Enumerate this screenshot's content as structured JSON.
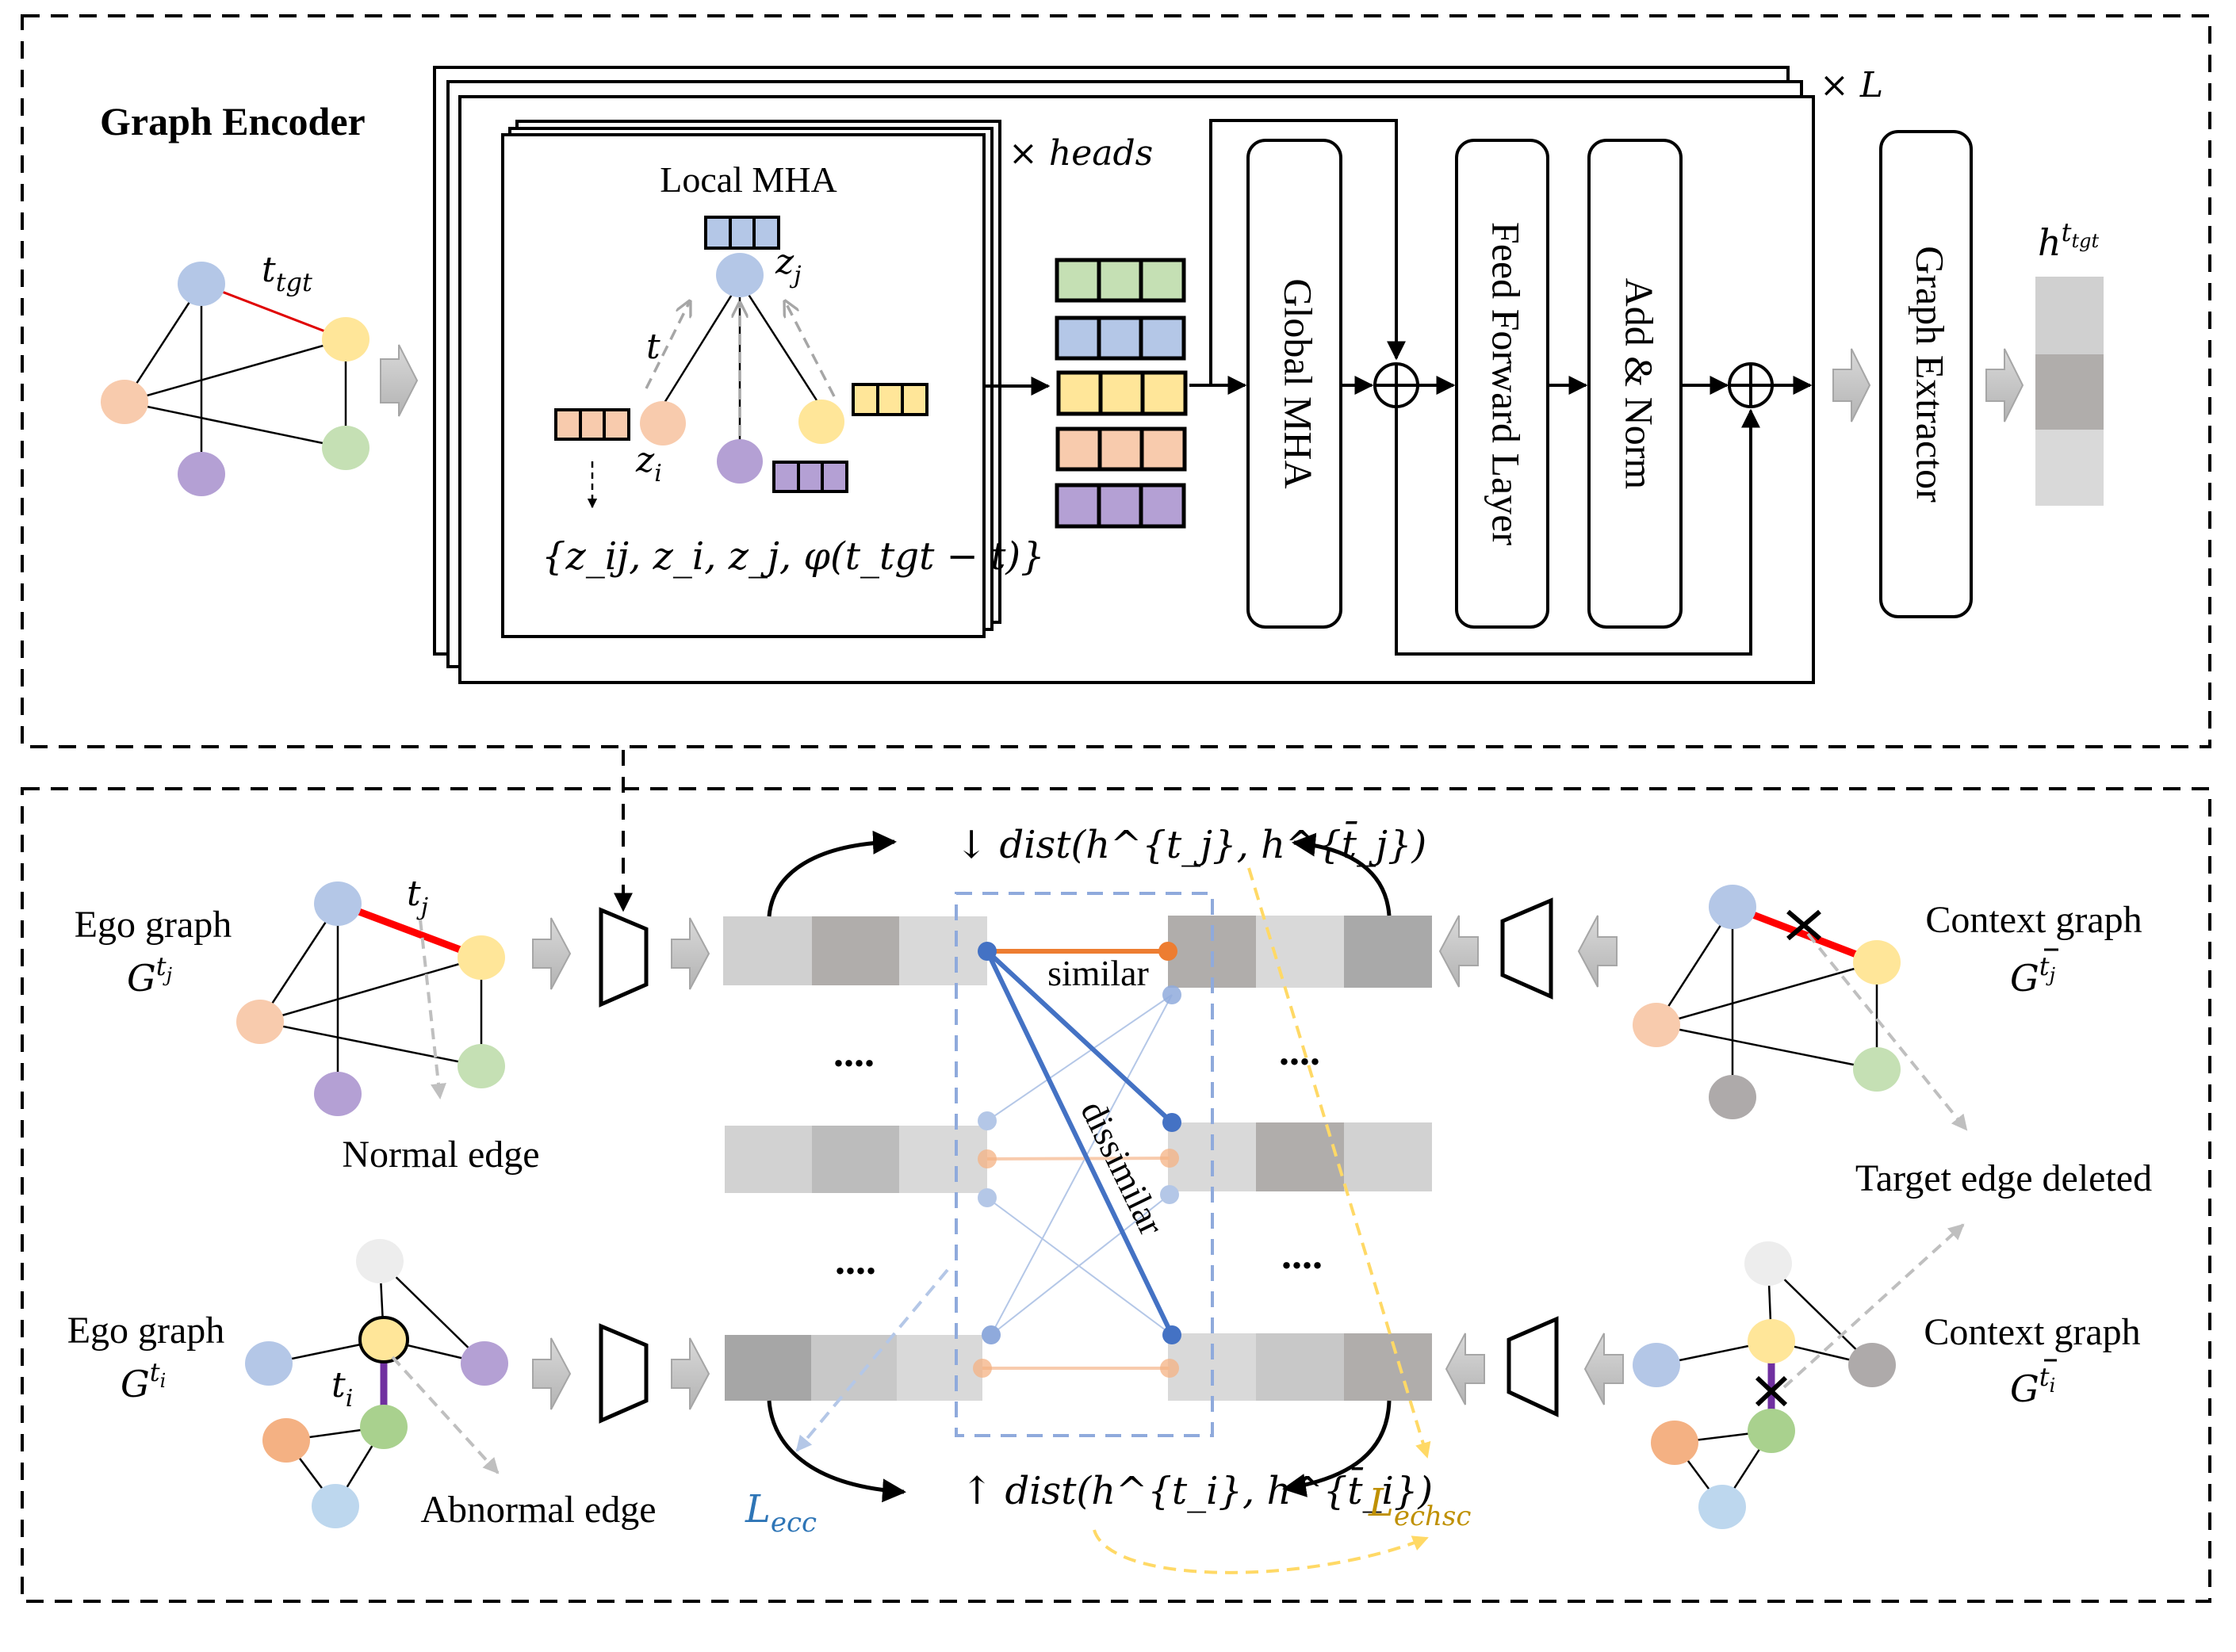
{
  "encoder": {
    "title": "Graph Encoder",
    "local_mha": "Local MHA",
    "heads_label": "× heads",
    "layers_label": "× L",
    "global_mha": "Global MHA",
    "feed_forward": "Feed Forward Layer",
    "add_norm": "Add & Norm",
    "graph_extractor": "Graph Extractor",
    "input_edge_label": "t",
    "input_edge_sub": "tgt",
    "edge_time_label": "t",
    "zj_label": "z",
    "zj_sub": "j",
    "zi_label": "z",
    "zi_sub": "i",
    "formula": "{z_ij, z_i, z_j, φ(t_tgt − t)}",
    "output_label": "h",
    "output_sup": "t",
    "output_sup_sub": "tgt"
  },
  "contrast": {
    "ego_graph_label": "Ego graph",
    "context_graph_label": "Context graph",
    "graph_symbol": "G",
    "sup_t": "t",
    "sub_j": "j",
    "sub_i": "i",
    "normal_edge": "Normal edge",
    "abnormal_edge": "Abnormal edge",
    "target_edge_deleted": "Target edge deleted",
    "similar": "similar",
    "dissimilar": "dissimilar",
    "ellipsis": "....",
    "dist_down": "↓ dist(h^{t_j}, h^{t̄_j})",
    "dist_up": "↑ dist(h^{t_i}, h^{t̄_i})",
    "loss_ecc": "L",
    "loss_ecc_sub": "ecc",
    "loss_echsc": "L",
    "loss_echsc_sub": "echsc"
  },
  "colors": {
    "node_blue": "#b4c7e7",
    "node_yellow": "#ffe699",
    "node_peach": "#f8cbad",
    "node_green": "#c5e0b4",
    "node_purple": "#b4a0d4",
    "node_gray": "#aeaaaa",
    "node_white": "#ededed",
    "node_orange": "#f4b183",
    "node_lightblue": "#bdd7ee",
    "node_green_dark": "#a9d18e",
    "target_edge_red": "#ff0000",
    "abnormal_edge_purple": "#7030a0",
    "similar_orange": "#ed7d31",
    "dissimilar_blue": "#4472c4",
    "loss_ecc_blue": "#2e75b6",
    "loss_echsc_gold": "#bf9000",
    "dashed_yellow": "#ffd966",
    "dashed_blue": "#8faadc"
  }
}
